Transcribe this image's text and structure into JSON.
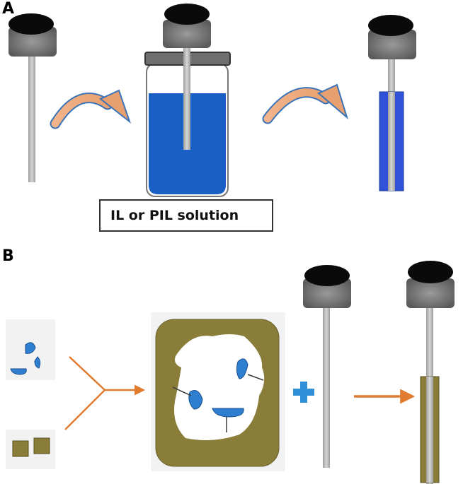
{
  "panels": {
    "a": {
      "label": "A",
      "solution_label": "IL or PIL solution"
    },
    "b": {
      "label": "B"
    }
  },
  "colors": {
    "solution_blue": "#1a5fc4",
    "coated_fiber_blue": "#2f52d8",
    "polymer_olive": "#8a7d3a",
    "arrow_orange": "#e07b2f",
    "plus_blue": "#2f8fd8"
  }
}
